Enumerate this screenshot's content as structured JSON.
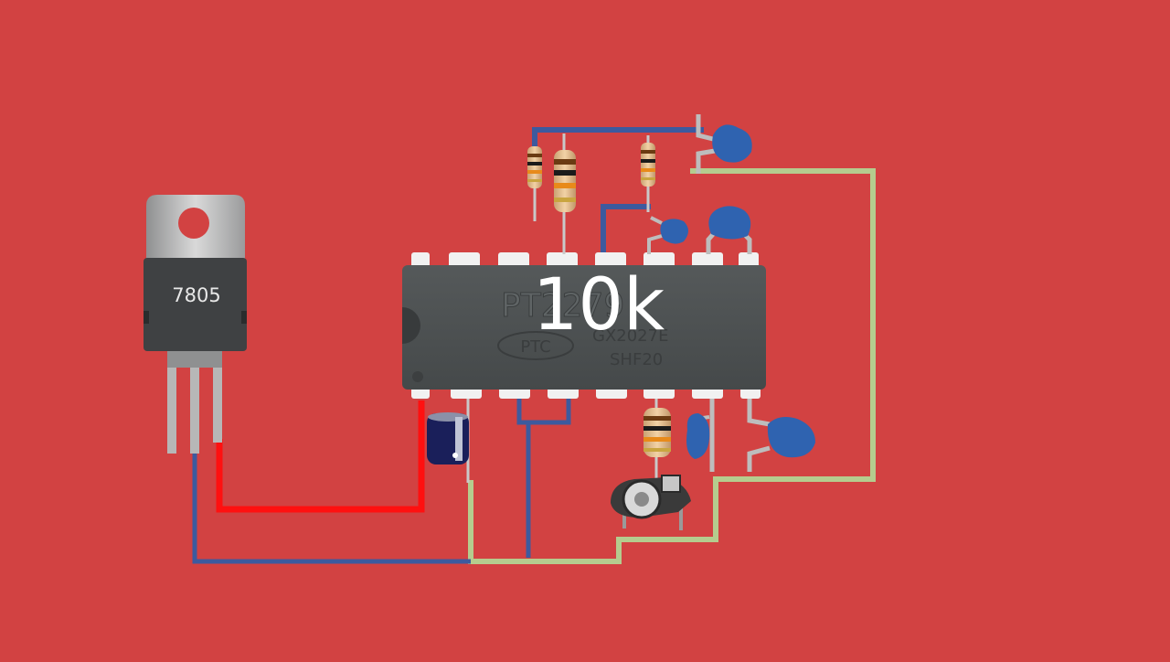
{
  "colors": {
    "background": "#d24242",
    "wire_blue": "#3d5a9e",
    "wire_red": "#ff1010",
    "wire_green": "#b5cc8e",
    "ic_body": "#4d5152",
    "capacitor_blue": "#2f63b0"
  },
  "regulator": {
    "label": "7805"
  },
  "ic": {
    "marking_line1": "PT2279",
    "marking_brand": "PTC",
    "marking_line2": "GX2027E",
    "marking_line3": "SHF20"
  },
  "overlay": {
    "value_label": "10k"
  }
}
